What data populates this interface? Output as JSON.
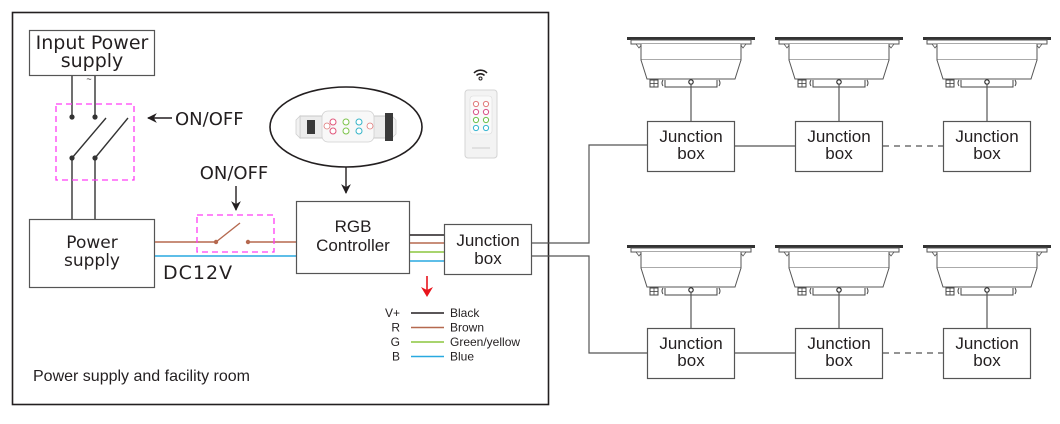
{
  "room": {
    "label": "Power supply and facility room"
  },
  "input_power": {
    "line1": "Input Power",
    "line2": "supply",
    "ac_symbol": "~"
  },
  "main_switch": {
    "label": "ON/OFF"
  },
  "dc_switch": {
    "label": "ON/OFF"
  },
  "power_supply": {
    "line1": "Power",
    "line2": "supply",
    "output_label": "DC12V"
  },
  "controller": {
    "line1": "RGB",
    "line2": "Controller",
    "device_image": "rgb-controller-unit",
    "remote_image": "rf-remote-control",
    "wireless_icon": "wifi-icon"
  },
  "main_junction": {
    "line1": "Junction",
    "line2": "box"
  },
  "wire_legend": [
    {
      "code": "V+",
      "name": "Black",
      "color": "#231f20"
    },
    {
      "code": "R",
      "name": "Brown",
      "color": "#b5694f"
    },
    {
      "code": "G",
      "name": "Green/yellow",
      "color": "#8cc63f"
    },
    {
      "code": "B",
      "name": "Blue",
      "color": "#29a9e0"
    }
  ],
  "colors": {
    "switch_box": "#ff3df5",
    "dc_positive": "#b5694f",
    "dc_negative": "#29a9e0",
    "legend_arrow": "#e8141c",
    "frame": "#231f20",
    "line_gray": "#555555"
  },
  "lamp_rows": [
    {
      "boxes": [
        {
          "line1": "Junction",
          "line2": "box"
        },
        {
          "line1": "Junction",
          "line2": "box"
        },
        {
          "line1": "Junction",
          "line2": "box"
        }
      ]
    },
    {
      "boxes": [
        {
          "line1": "Junction",
          "line2": "box"
        },
        {
          "line1": "Junction",
          "line2": "box"
        },
        {
          "line1": "Junction",
          "line2": "box"
        }
      ]
    }
  ]
}
